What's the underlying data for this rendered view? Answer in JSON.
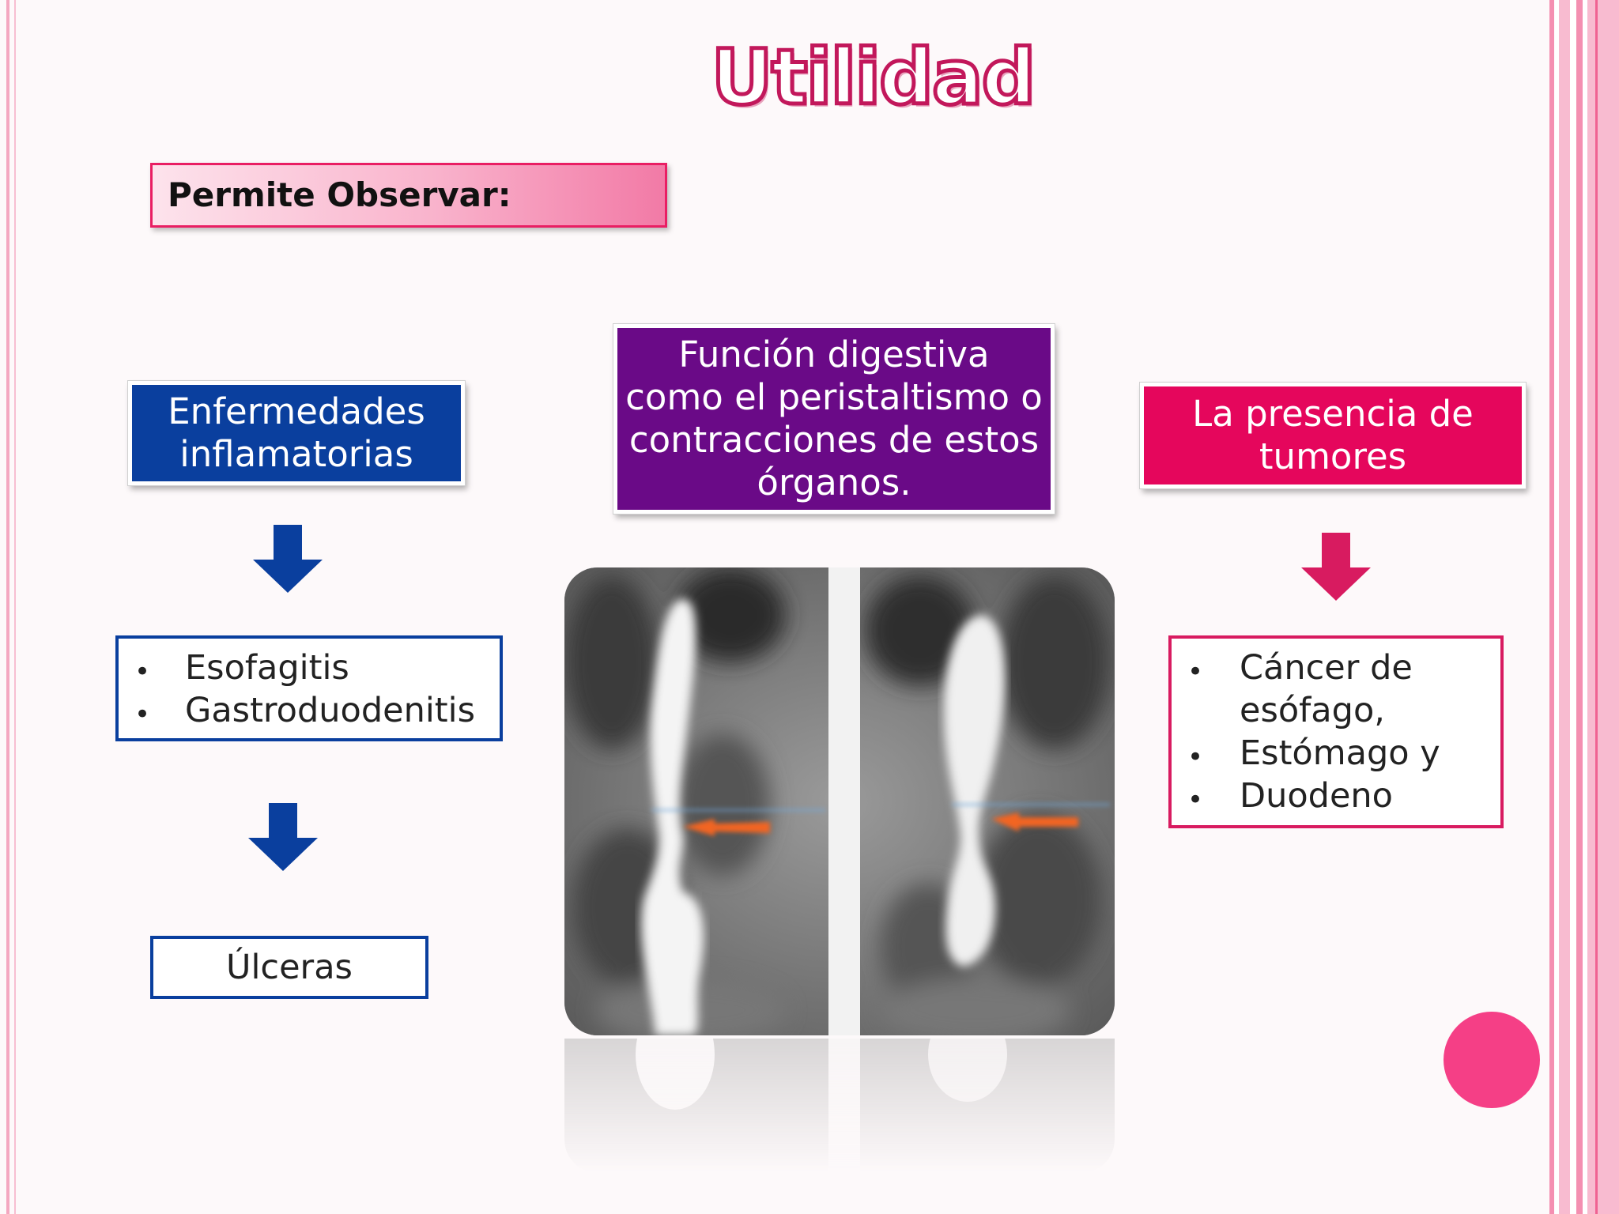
{
  "slide": {
    "title": "Utilidad",
    "banner": "Permite Observar:",
    "categories": {
      "inflammatory": {
        "lines": [
          "Enfermedades",
          "inflamatorias"
        ],
        "color": "#0a3f9e"
      },
      "digestive": {
        "lines": [
          "Función digestiva",
          "como el peristaltismo o",
          "contracciones de estos",
          "órganos."
        ],
        "color": "#6a0a87"
      },
      "tumors": {
        "lines": [
          "La presencia de",
          "tumores"
        ],
        "color": "#e5065c"
      }
    },
    "inflammatory_list": [
      "Esofagitis",
      "Gastroduodenitis"
    ],
    "ulcer_label": "Úlceras",
    "tumor_list": {
      "item1_lines": [
        "Cáncer de",
        "esófago,"
      ],
      "item2": "Estómago y",
      "item3": "Duodeno"
    },
    "bullet": "•",
    "accent_pink": "#e91e63",
    "accent_blue": "#0a3f9e"
  }
}
